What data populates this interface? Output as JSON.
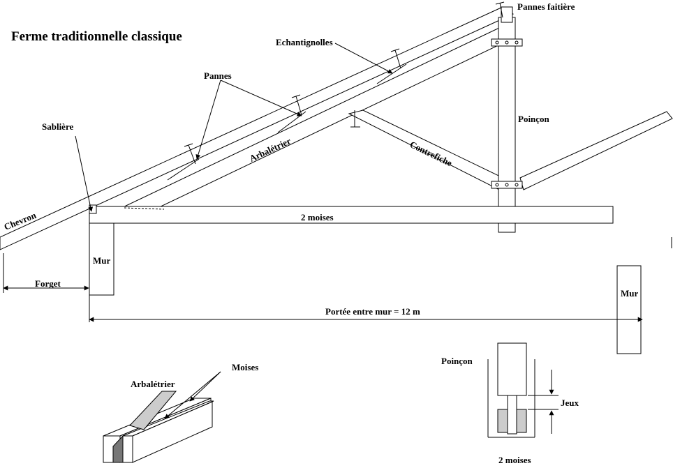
{
  "title": "Ferme traditionnelle classique",
  "labels": {
    "pannes_faitiere": "Pannes faitière",
    "echantignolles": "Echantignolles",
    "pannes": "Pannes",
    "sabliere": "Sablière",
    "poincon": "Poinçon",
    "arbaletrier": "Arbalétrier",
    "contrefiche": "Contrefiche",
    "chevron": "Chevron",
    "moises_2": "2 moises",
    "mur_left": "Mur",
    "mur_right": "Mur",
    "forget": "Forget",
    "portee": "Portée entre mur = 12 m"
  },
  "detail_left": {
    "arbaletrier": "Arbalétrier",
    "moises": "Moises"
  },
  "detail_right": {
    "poincon": "Poinçon",
    "jeux": "Jeux",
    "moises_2": "2 moises"
  }
}
